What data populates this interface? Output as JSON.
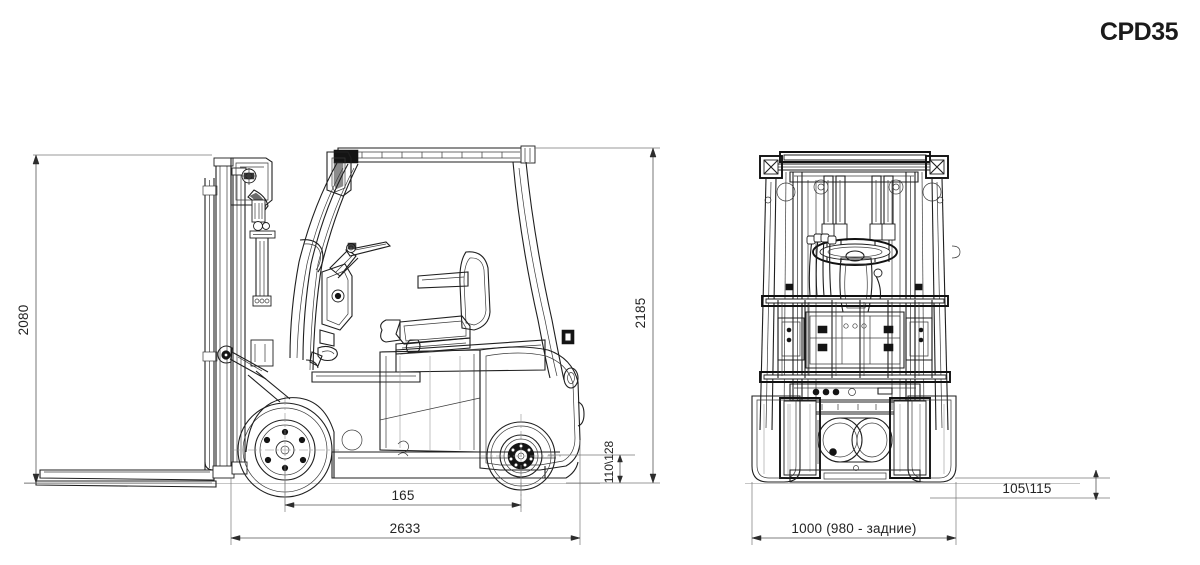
{
  "sheet": {
    "title": "CPD35",
    "background_color": "#ffffff",
    "line_color": "#1f1f1f"
  },
  "views": {
    "side": {
      "name": "side-elevation",
      "description": "Forklift side elevation with mast, overhead guard, operator seat, counterweight and wheels"
    },
    "front": {
      "name": "front-elevation",
      "description": "Forklift front elevation with mast channels, overhead guard, steering wheel, load backrest and forks"
    }
  },
  "dimensions": {
    "side": [
      {
        "id": "mast-height",
        "label": "2080",
        "orientation": "vertical",
        "position": "left"
      },
      {
        "id": "overall-height",
        "label": "2185",
        "orientation": "vertical",
        "position": "right"
      },
      {
        "id": "ground-clearance",
        "label": "110\\128",
        "orientation": "vertical",
        "position": "right-inner"
      },
      {
        "id": "wheelbase",
        "label": "165",
        "orientation": "horizontal",
        "position": "bottom-upper"
      },
      {
        "id": "overall-length",
        "label": "2633",
        "orientation": "horizontal",
        "position": "bottom-lower"
      }
    ],
    "front": [
      {
        "id": "fork-thickness",
        "label": "105\\115",
        "orientation": "horizontal",
        "position": "right"
      },
      {
        "id": "track-width",
        "label": "1000 (980 - задние)",
        "orientation": "horizontal",
        "position": "bottom"
      }
    ]
  }
}
